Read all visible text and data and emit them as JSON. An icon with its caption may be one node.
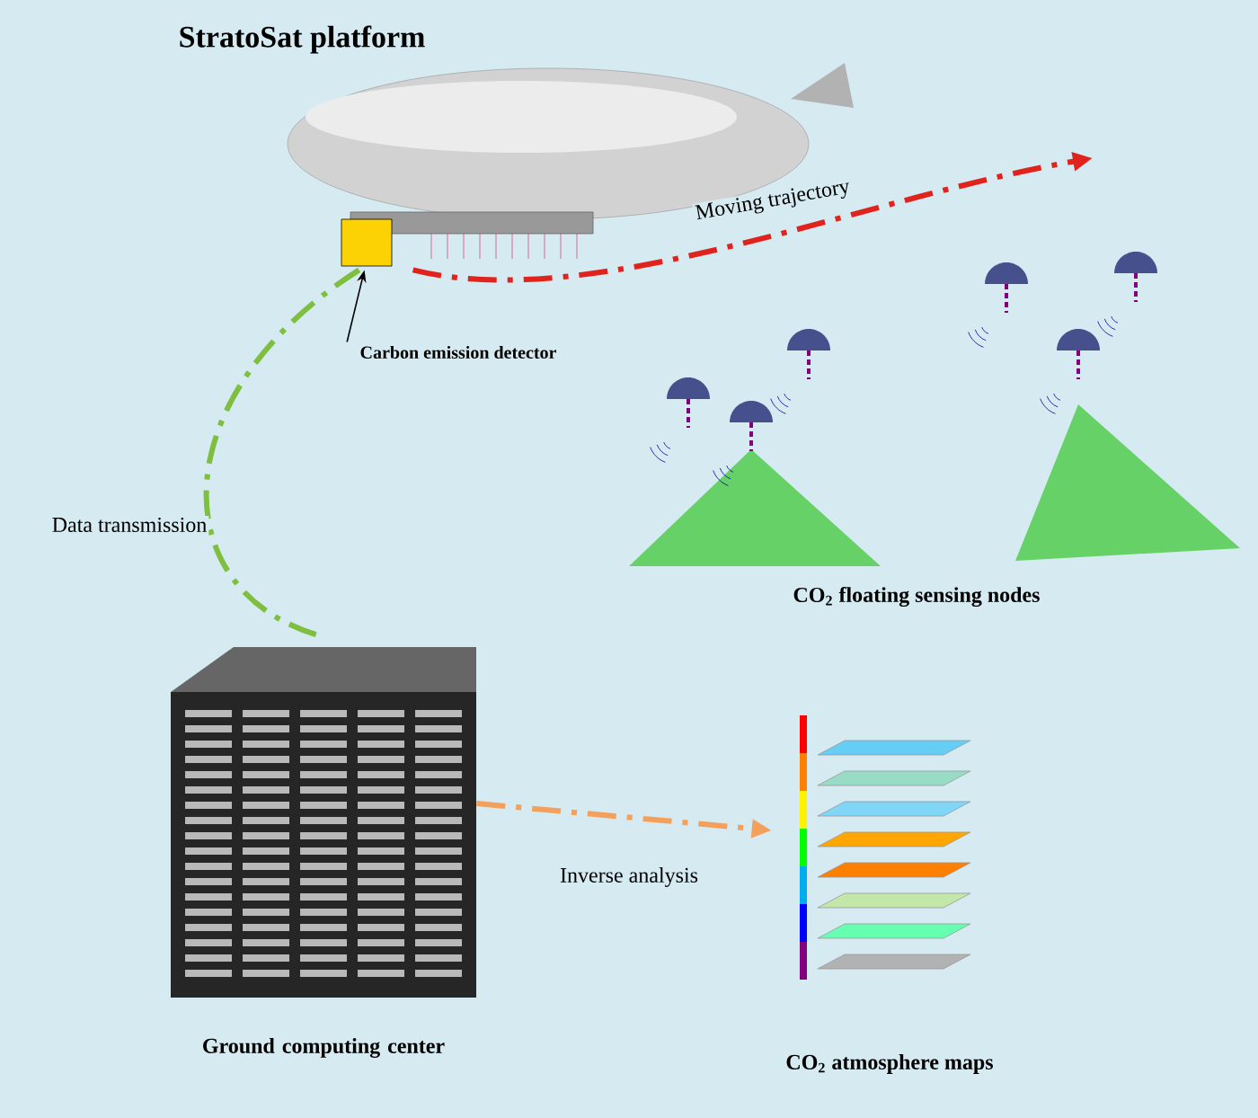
{
  "diagram": {
    "nodes": [
      {
        "text": [
          "StratoSat platform"
        ]
      },
      {
        "text": [
          "Carbon emission detector"
        ]
      },
      {
        "text": [
          "CO$_{2}$ floating sensing nodes"
        ]
      },
      {
        "text": [
          "Ground computing center"
        ]
      },
      {
        "text": [
          "CO$_{2}$ atmosphere maps"
        ]
      }
    ],
    "edges": [
      {
        "from": 0,
        "to": null,
        "arrow": "to",
        "label": "Moving trajectory",
        "style": "dashed",
        "color": "#e0231c"
      },
      {
        "from": 1,
        "to": 0,
        "arrow": "to",
        "color": "#000000"
      },
      {
        "from": 0,
        "to": 3,
        "arrow": "none",
        "label": "Data transmission",
        "style": "dashed",
        "color": "#7fbf3f"
      },
      {
        "from": 3,
        "to": 4,
        "arrow": "to",
        "label": "Inverse analysis",
        "style": "dashed",
        "color": "#f5a05a"
      }
    ]
  }
}
